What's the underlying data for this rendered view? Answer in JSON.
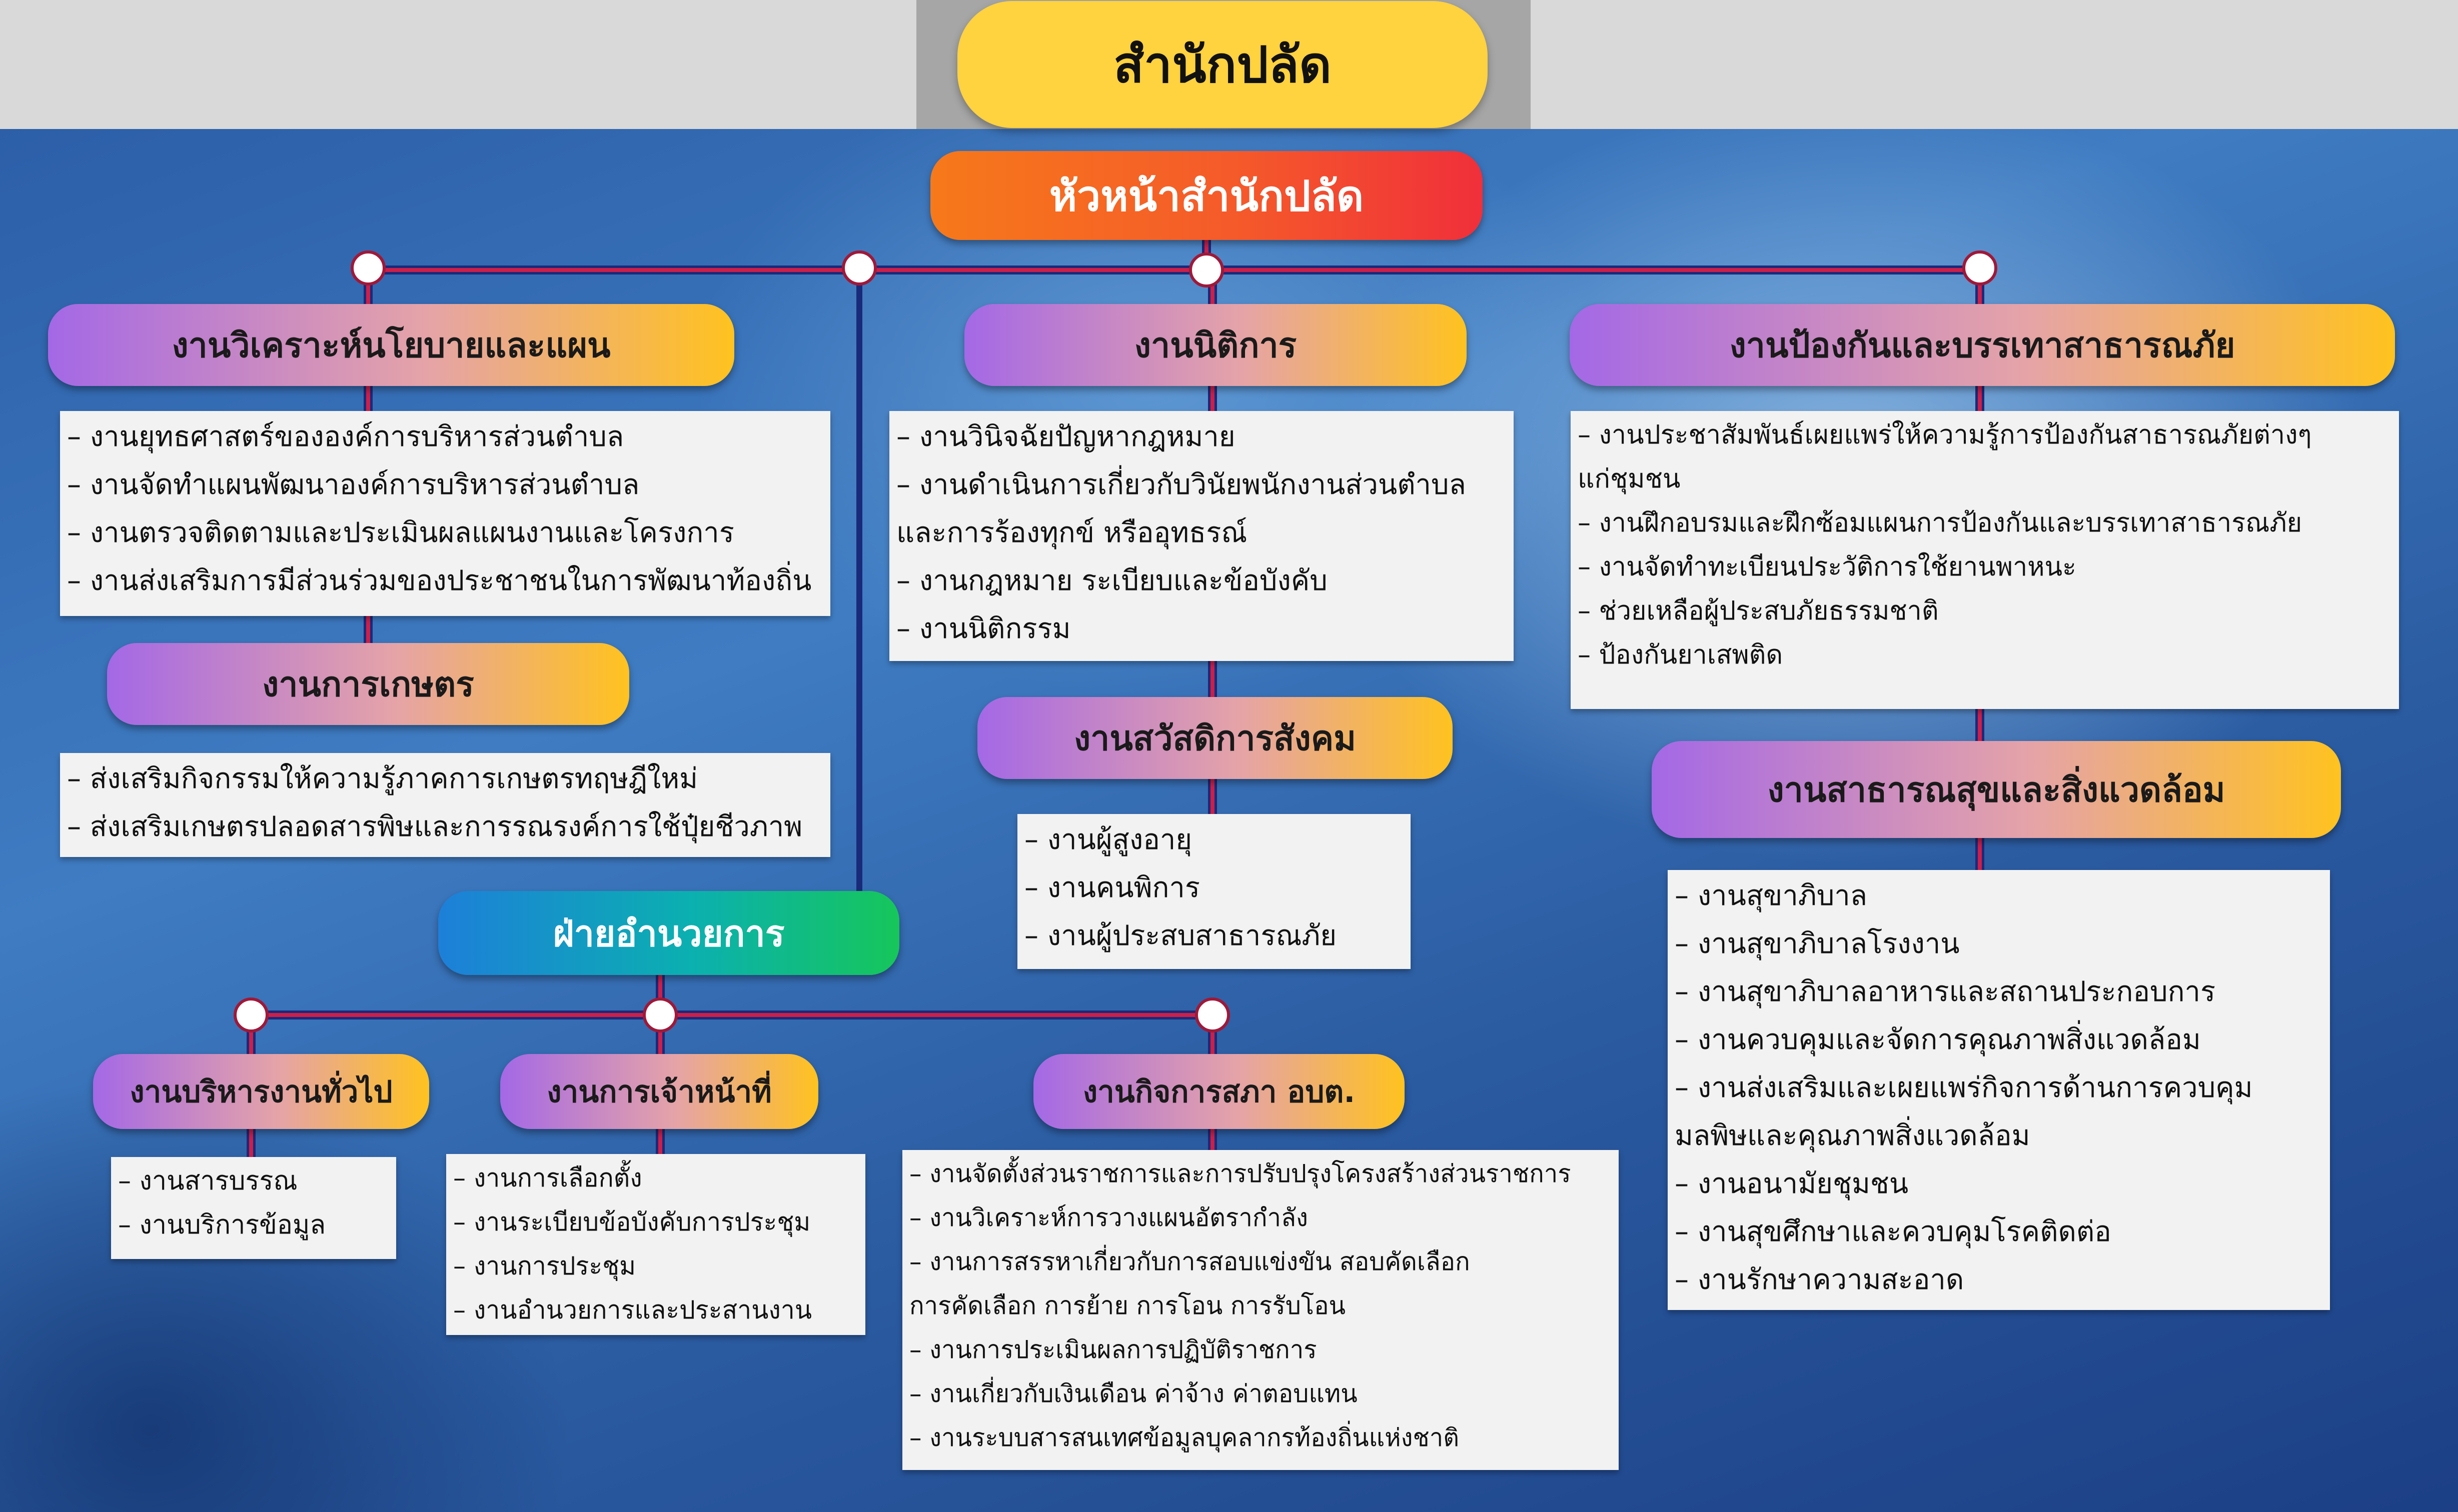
{
  "title": "สำนักปลัด",
  "head": "หัวหน้าสำนักปลัด",
  "colors": {
    "connector": "#cc1f4a",
    "connector_dark": "#1a2a7a"
  },
  "sections": {
    "policy": {
      "label": "งานวิเคราะห์นโยบายและแผน",
      "items": [
        "– งานยุทธศาสตร์ขององค์การบริหารส่วนตำบล",
        "– งานจัดทำแผนพัฒนาองค์การบริหารส่วนตำบล",
        "– งานตรวจติดตามและประเมินผลแผนงานและโครงการ",
        "– งานส่งเสริมการมีส่วนร่วมของประชาชนในการพัฒนาท้องถิ่น"
      ]
    },
    "agri": {
      "label": "งานการเกษตร",
      "items": [
        "– ส่งเสริมกิจกรรมให้ความรู้ภาคการเกษตรทฤษฎีใหม่",
        "– ส่งเสริมเกษตรปลอดสารพิษและการรณรงค์การใช้ปุ๋ยชีวภาพ"
      ]
    },
    "legal": {
      "label": "งานนิติการ",
      "items": [
        "– งานวินิจฉัยปัญหากฎหมาย",
        "– งานดำเนินการเกี่ยวกับวินัยพนักงานส่วนตำบล",
        "และการร้องทุกข์ หรืออุทธรณ์",
        "– งานกฎหมาย ระเบียบและข้อบังคับ",
        "– งานนิติกรรม"
      ]
    },
    "welfare": {
      "label": "งานสวัสดิการสังคม",
      "items": [
        "– งานผู้สูงอายุ",
        "– งานคนพิการ",
        "– งานผู้ประสบสาธารณภัย"
      ]
    },
    "disaster": {
      "label": "งานป้องกันและบรรเทาสาธารณภัย",
      "items": [
        "– งานประชาสัมพันธ์เผยแพร่ให้ความรู้การป้องกันสาธารณภัยต่างๆ",
        "แก่ชุมชน",
        "– งานฝึกอบรมและฝึกซ้อมแผนการป้องกันและบรรเทาสาธารณภัย",
        "– งานจัดทำทะเบียนประวัติการใช้ยานพาหนะ",
        "– ช่วยเหลือผู้ประสบภัยธรรมชาติ",
        "– ป้องกันยาเสพติด"
      ]
    },
    "health": {
      "label": "งานสาธารณสุขและสิ่งแวดล้อม",
      "items": [
        "– งานสุขาภิบาล",
        "– งานสุขาภิบาลโรงงาน",
        "– งานสุขาภิบาลอาหารและสถานประกอบการ",
        "– งานควบคุมและจัดการคุณภาพสิ่งแวดล้อม",
        "– งานส่งเสริมและเผยแพร่กิจการด้านการควบคุม",
        "มลพิษและคุณภาพสิ่งแวดล้อม",
        "– งานอนามัยชุมชน",
        "– งานสุขศึกษาและควบคุมโรคติดต่อ",
        "– งานรักษาความสะอาด"
      ]
    },
    "admin": {
      "label": "ฝ่ายอำนวยการ"
    },
    "general": {
      "label": "งานบริหารงานทั่วไป",
      "items": [
        "– งานสารบรรณ",
        "– งานบริการข้อมูล"
      ]
    },
    "personnel": {
      "label": "งานการเจ้าหน้าที่",
      "items": [
        "– งานการเลือกตั้ง",
        "– งานระเบียบข้อบังคับการประชุม",
        "– งานการประชุม",
        "– งานอำนวยการและประสานงาน"
      ]
    },
    "council": {
      "label": "งานกิจการสภา อบต.",
      "items": [
        "– งานจัดตั้งส่วนราชการและการปรับปรุงโครงสร้างส่วนราชการ",
        "– งานวิเคราะห์การวางแผนอัตรากำลัง",
        "– งานการสรรหาเกี่ยวกับการสอบแข่งขัน สอบคัดเลือก",
        "การคัดเลือก การย้าย การโอน การรับโอน",
        "– งานการประเมินผลการปฏิบัติราชการ",
        "– งานเกี่ยวกับเงินเดือน ค่าจ้าง ค่าตอบแทน",
        "– งานระบบสารสนเทศข้อมูลบุคลากรท้องถิ่นแห่งชาติ"
      ]
    }
  }
}
